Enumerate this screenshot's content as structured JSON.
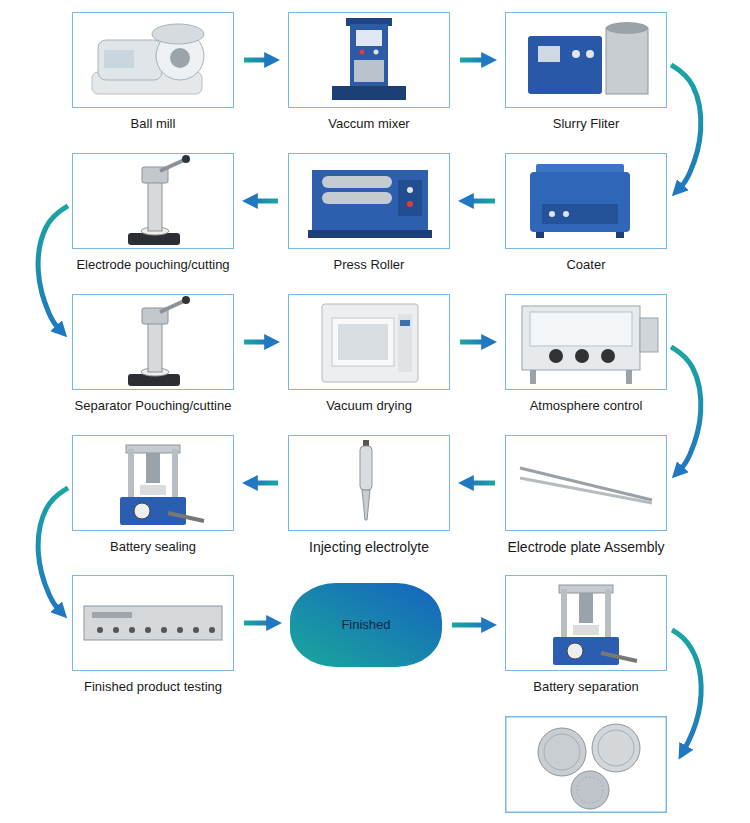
{
  "diagram": {
    "nodes": [
      {
        "text": [
          "Ball mill"
        ]
      },
      {
        "text": [
          "Vaccum mixer"
        ]
      },
      {
        "text": [
          "Slurry Fliter"
        ]
      },
      {
        "text": [
          "Coater"
        ]
      },
      {
        "text": [
          "Press Roller"
        ]
      },
      {
        "text": [
          "Electrode pouching/cutting"
        ]
      },
      {
        "text": [
          "Separator Pouching/cuttine"
        ]
      },
      {
        "text": [
          "Vacuum drying"
        ]
      },
      {
        "text": [
          "Atmosphere control"
        ]
      },
      {
        "text": [
          "Electrode plate Assembly"
        ]
      },
      {
        "text": [
          "Injecting electrolyte"
        ]
      },
      {
        "text": [
          "Battery sealing"
        ]
      },
      {
        "text": [
          "Finished product testing"
        ]
      },
      {
        "text": [
          "Finished"
        ]
      },
      {
        "text": [
          "Battery separation"
        ]
      }
    ],
    "edges": [
      {
        "from": 0,
        "to": 1,
        "arrow": "to"
      },
      {
        "from": 1,
        "to": 2,
        "arrow": "to"
      },
      {
        "from": 2,
        "to": 3,
        "arrow": "to"
      },
      {
        "from": 3,
        "to": 4,
        "arrow": "to"
      },
      {
        "from": 4,
        "to": 5,
        "arrow": "to"
      },
      {
        "from": 5,
        "to": 6,
        "arrow": "to"
      },
      {
        "from": 6,
        "to": 7,
        "arrow": "to"
      },
      {
        "from": 7,
        "to": 8,
        "arrow": "to"
      },
      {
        "from": 8,
        "to": 9,
        "arrow": "to"
      },
      {
        "from": 9,
        "to": 10,
        "arrow": "to"
      },
      {
        "from": 10,
        "to": 11,
        "arrow": "to"
      },
      {
        "from": 11,
        "to": 12,
        "arrow": "to"
      },
      {
        "from": 12,
        "to": 13,
        "arrow": "to"
      },
      {
        "from": 13,
        "to": 14,
        "arrow": "to"
      }
    ]
  }
}
